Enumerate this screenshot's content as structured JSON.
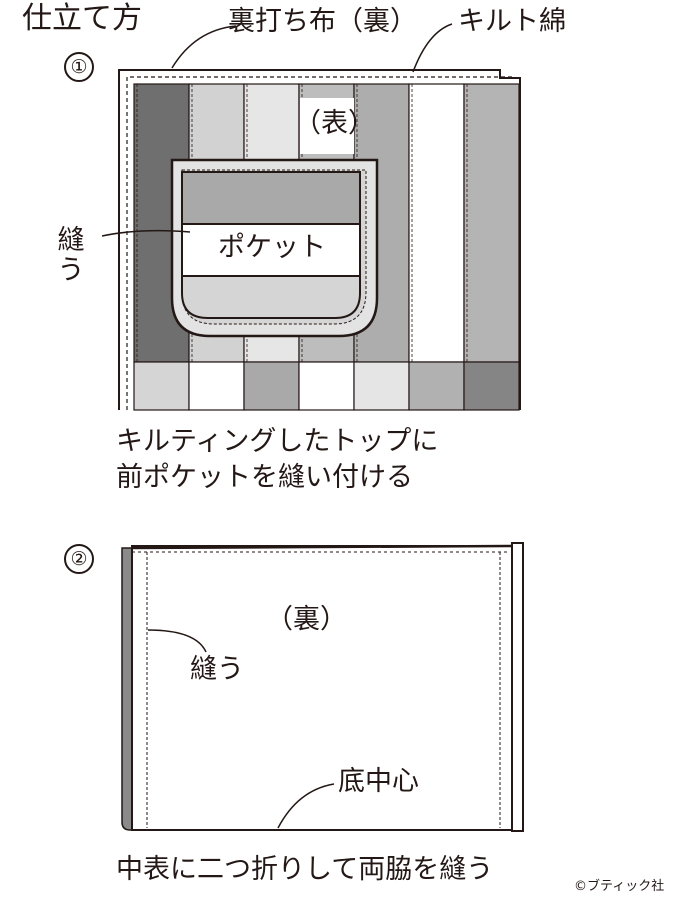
{
  "title": "仕立て方",
  "copyright": "©ブティック社",
  "step1": {
    "number": "①",
    "label_lining": "裏打ち布（裏）",
    "label_batting": "キルト綿",
    "label_front": "（表）",
    "label_pocket": "ポケット",
    "label_sew": "縫う",
    "caption_line1": "キルティングしたトップに",
    "caption_line2": "前ポケットを縫い付ける",
    "top_colors": [
      "#6f6f6f",
      "#d2d2d2",
      "#e6e6e6",
      "#bdbdbd",
      "#adadad",
      "#ffffff",
      "#b4b4b4"
    ],
    "bottom_colors": [
      "#d5d5d5",
      "#ffffff",
      "#a9a9a9",
      "#ffffff",
      "#e5e5e5",
      "#b1b1b1",
      "#858585"
    ],
    "pocket_colors": [
      "#a9a9a9",
      "#ffffff",
      "#d5d5d5"
    ]
  },
  "step2": {
    "number": "②",
    "label_back": "（裏）",
    "label_sew": "縫う",
    "label_bottom_center": "底中心",
    "caption": "中表に二つ折りして両脇を縫う",
    "edge_color": "#8a8a8a"
  }
}
